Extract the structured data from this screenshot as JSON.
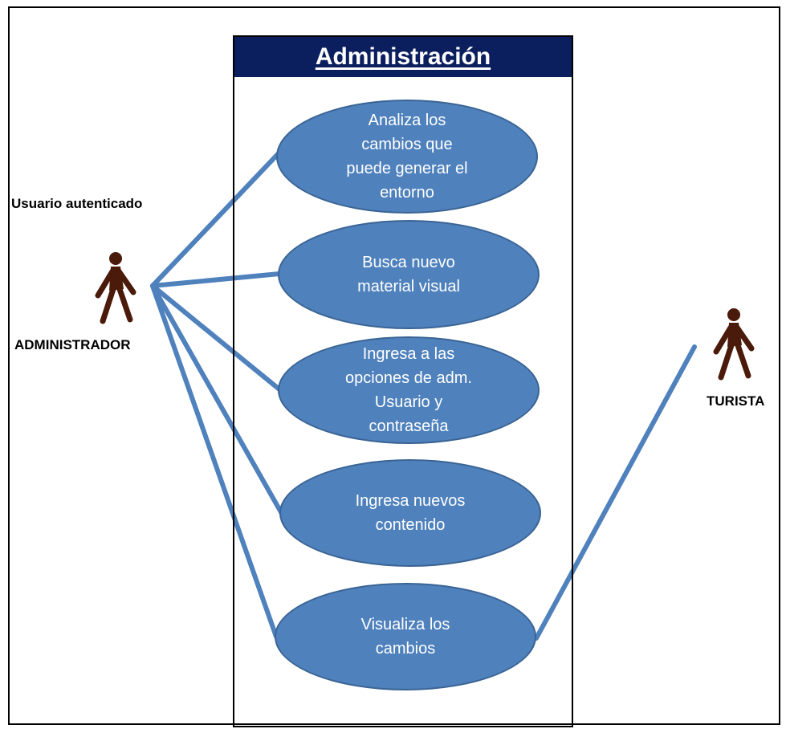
{
  "diagram": {
    "system_title": "Administración",
    "actors": {
      "admin_role_note": "Usuario autenticado",
      "admin": "ADMINISTRADOR",
      "tourist": "TURISTA"
    },
    "use_cases": [
      "Analiza los\ncambios que\npuede generar el\nentorno",
      "Busca nuevo\nmaterial visual",
      "Ingresa a las\nopciones de adm.\nUsuario y\ncontraseña",
      "Ingresa nuevos\ncontenido",
      "Visualiza los\ncambios"
    ],
    "colors": {
      "header": "#0b1f5e",
      "use_case_fill": "#4f81bd",
      "association_line": "#4f81bd",
      "actor_figure": "#4a1a0a"
    }
  }
}
